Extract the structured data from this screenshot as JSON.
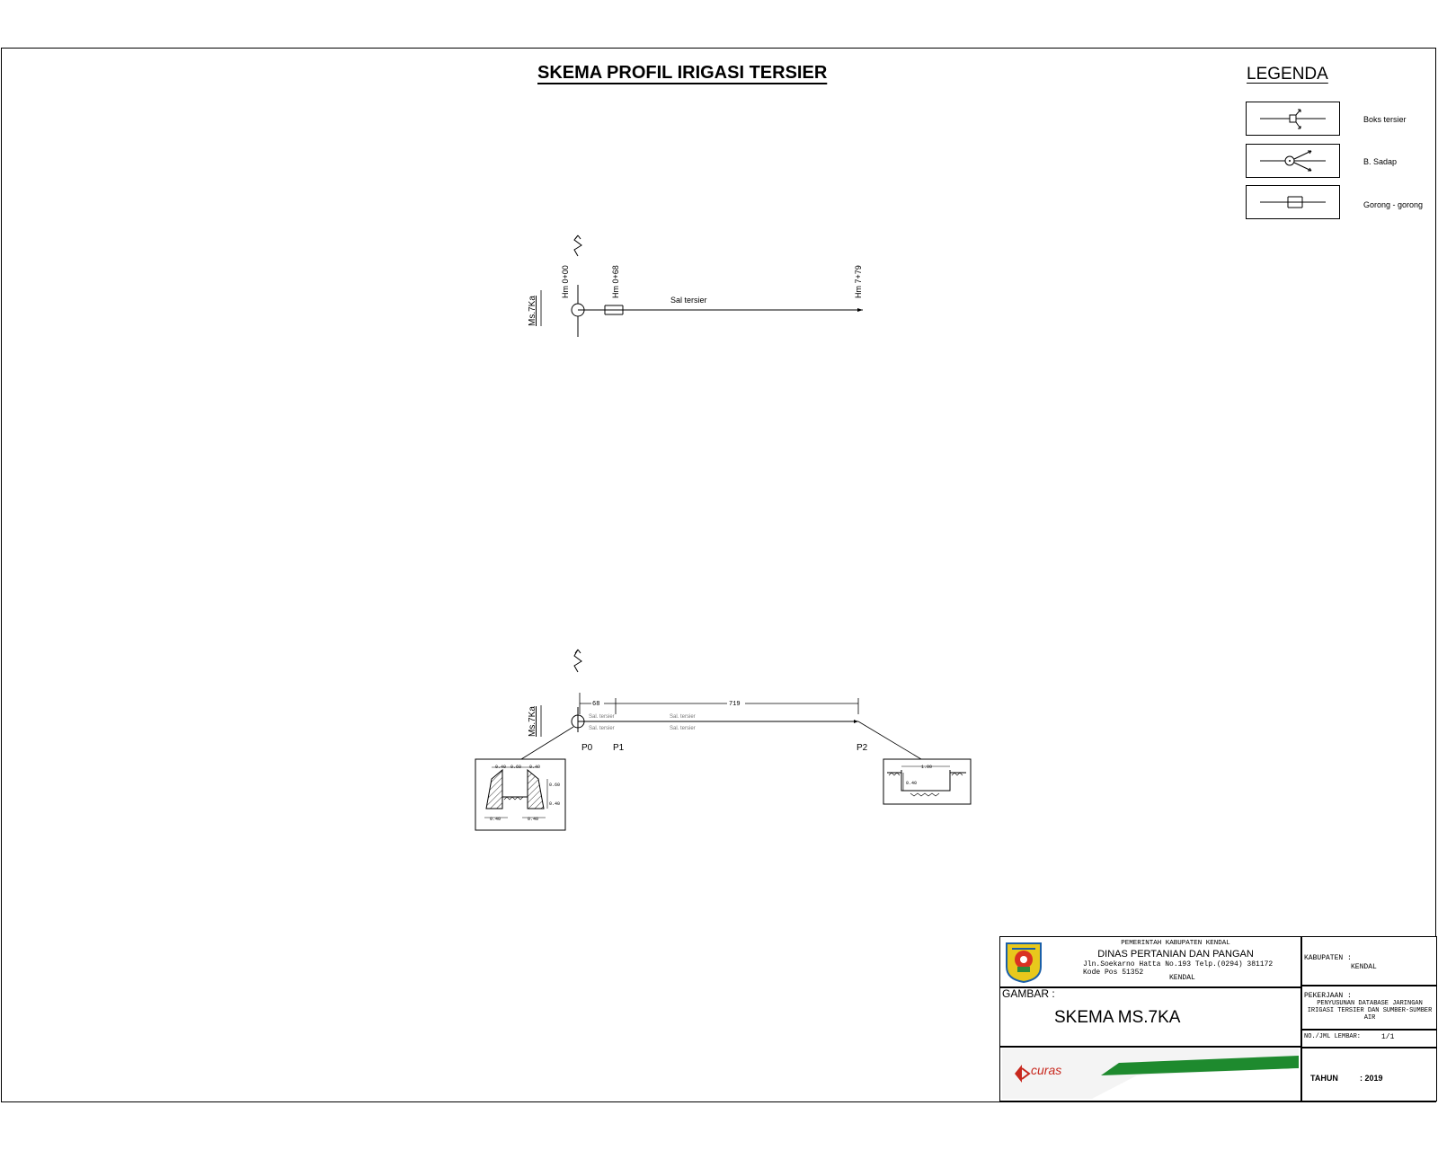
{
  "title": "SKEMA PROFIL IRIGASI TERSIER",
  "legend": {
    "title": "LEGENDA",
    "items": [
      {
        "label": "Boks tersier",
        "icon": "boks-tersier-icon"
      },
      {
        "label": "B. Sadap",
        "icon": "bangunan-sadap-icon"
      },
      {
        "label": "Gorong - gorong",
        "icon": "gorong-gorong-icon"
      }
    ]
  },
  "schema_top": {
    "source_label": "Ms.7Ka",
    "channel_label": "Sal tersier",
    "stations": [
      "Hm 0+00",
      "Hm 0+68",
      "Hm 7+79"
    ]
  },
  "schema_bottom": {
    "source_label": "Ms.7Ka",
    "dimensions": [
      "68",
      "719"
    ],
    "points": [
      "P0",
      "P1",
      "P2"
    ],
    "channel_notes": [
      "Sal. tersier",
      "Sal. tersier"
    ],
    "section_left": {
      "dims": [
        "0.40",
        "0.60",
        "0.40",
        "0.60",
        "0.40",
        "0.40",
        "0.40"
      ]
    },
    "section_right": {
      "dims": [
        "1.00",
        "0.40"
      ]
    }
  },
  "title_block": {
    "agency_line1": "PEMERINTAH KABUPATEN KENDAL",
    "agency_line2": "DINAS PERTANIAN DAN PANGAN",
    "address_line1": "Jln.Soekarno Hatta No.193 Telp.(0294) 381172",
    "address_line2": "Kode Pos  51352",
    "address_city": "KENDAL",
    "kabupaten_label": "KABUPATEN :",
    "kabupaten_value": "KENDAL",
    "gambar_label": "GAMBAR :",
    "gambar_value": "SKEMA MS.7KA",
    "pekerjaan_label": "PEKERJAAN :",
    "pekerjaan_value": "PENYUSUNAN DATABASE JARINGAN IRIGASI TERSIER DAN SUMBER-SUMBER AIR",
    "lembar_label": "NO./JML LEMBAR:",
    "lembar_value": "1/1",
    "tahun_label": "TAHUN",
    "tahun_value": ": 2019",
    "consultant_logo_text": "curas",
    "accent_green": "#1e8a2e",
    "accent_red": "#c8281e"
  }
}
